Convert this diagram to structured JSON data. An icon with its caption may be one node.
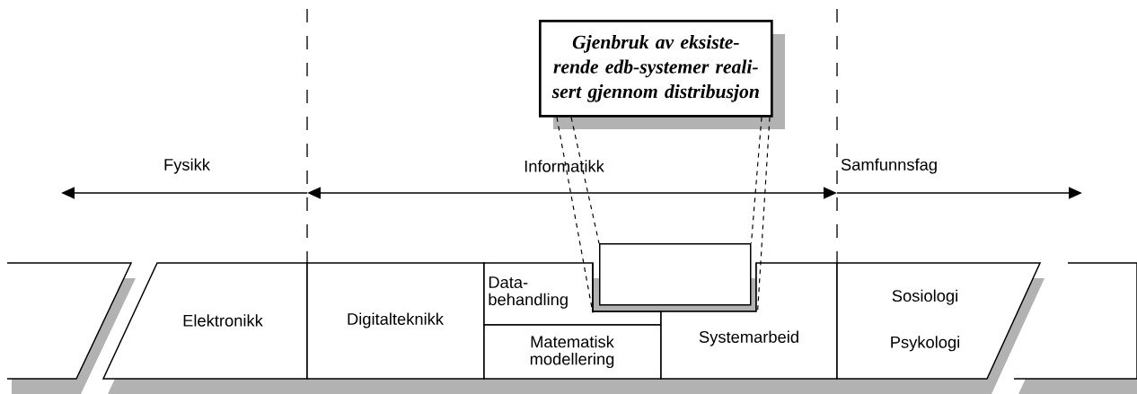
{
  "diagram": {
    "nodes": [
      {
        "text": [
          "Gjenbruk av eksiste- rende edb-systemer reali- sert gjennom distribusjon"
        ]
      },
      {
        "text": [],
        "shape": "box"
      },
      {
        "text": [
          "Elektronikk"
        ]
      },
      {
        "text": [
          "Digitalteknikk"
        ]
      },
      {
        "text": [
          "Data- behandling"
        ]
      },
      {
        "text": [
          "Matematisk modellering"
        ]
      },
      {
        "text": [],
        "shape": "box"
      },
      {
        "text": [
          "Systemarbeid"
        ]
      },
      {
        "text": [
          "Sosiologi",
          "Psykologi"
        ]
      },
      {
        "text": [],
        "shape": "box"
      }
    ],
    "edges": [
      {
        "from": 0,
        "to": 6,
        "arrow": "none",
        "style": "dashed"
      },
      {
        "from": 0,
        "to": 6,
        "arrow": "none",
        "style": "dashed"
      },
      {
        "from": 0,
        "to": 6,
        "arrow": "none",
        "style": "dashed"
      },
      {
        "from": 0,
        "to": 6,
        "arrow": "none",
        "style": "dashed"
      }
    ],
    "labels": [
      "Fysikk",
      "Informatikk",
      "Samfunnsfag"
    ]
  }
}
